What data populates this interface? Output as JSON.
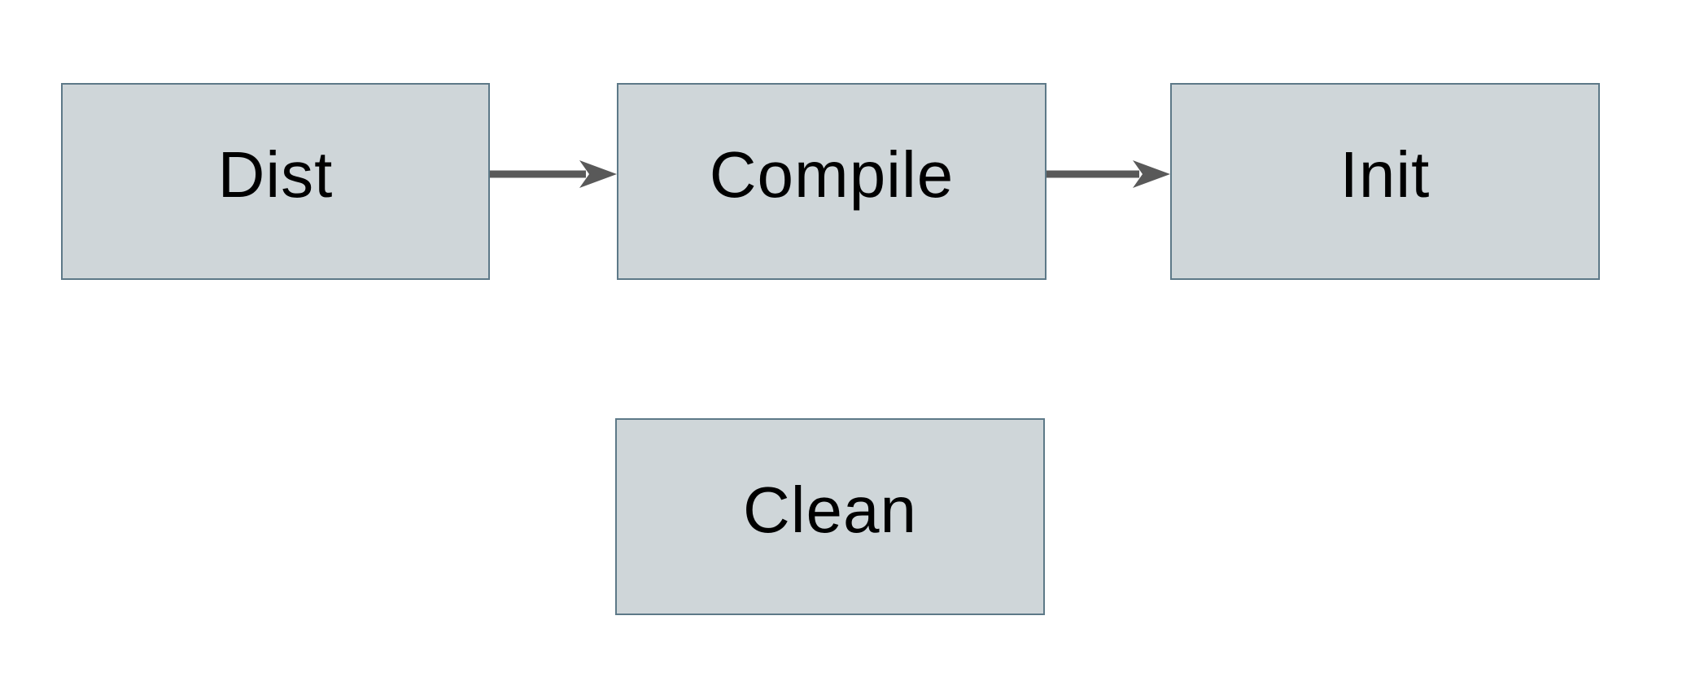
{
  "diagram": {
    "nodes": [
      {
        "id": "dist",
        "label": "Dist"
      },
      {
        "id": "compile",
        "label": "Compile"
      },
      {
        "id": "init",
        "label": "Init"
      },
      {
        "id": "clean",
        "label": "Clean"
      }
    ],
    "edges": [
      {
        "from": "dist",
        "to": "compile",
        "direction": "right"
      },
      {
        "from": "compile",
        "to": "init",
        "direction": "right"
      }
    ],
    "colors": {
      "background": "#ffffff",
      "node_fill": "#cfd6d9",
      "node_border": "#5d7988",
      "arrow": "#595959",
      "label_text": "#000000"
    }
  }
}
